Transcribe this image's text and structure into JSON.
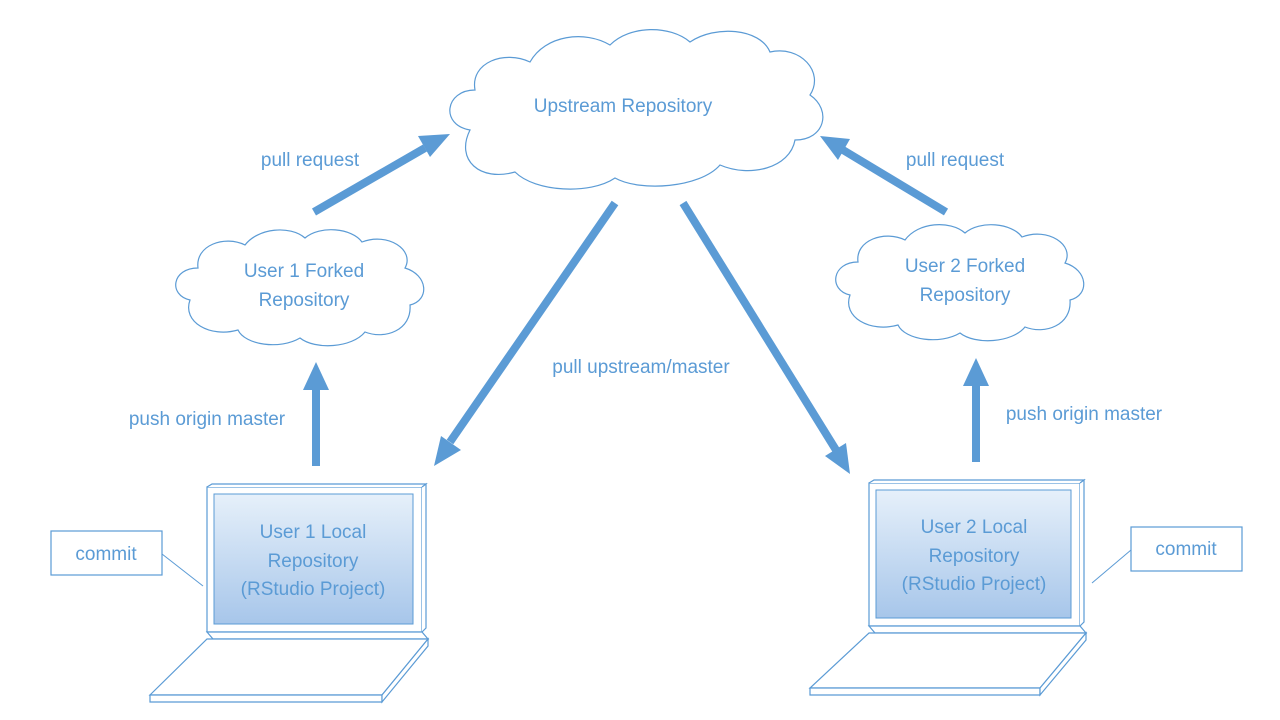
{
  "colors": {
    "accent": "#5b9bd5",
    "screen_fill_top": "#e6f0fa",
    "screen_fill_bottom": "#a7c6ea",
    "background": "#ffffff"
  },
  "nodes": {
    "upstream": {
      "label": "Upstream Repository"
    },
    "fork1": {
      "line1": "User 1 Forked",
      "line2": "Repository"
    },
    "fork2": {
      "line1": "User 2 Forked",
      "line2": "Repository"
    },
    "local1": {
      "line1": "User 1 Local",
      "line2": "Repository",
      "line3": "(RStudio Project)"
    },
    "local2": {
      "line1": "User 2 Local",
      "line2": "Repository",
      "line3": "(RStudio Project)"
    }
  },
  "edges": {
    "pull_request_left": "pull request",
    "pull_request_right": "pull request",
    "pull_upstream": "pull upstream/master",
    "push_left": "push origin master",
    "push_right": "push origin master"
  },
  "callouts": {
    "commit_left": "commit",
    "commit_right": "commit"
  }
}
